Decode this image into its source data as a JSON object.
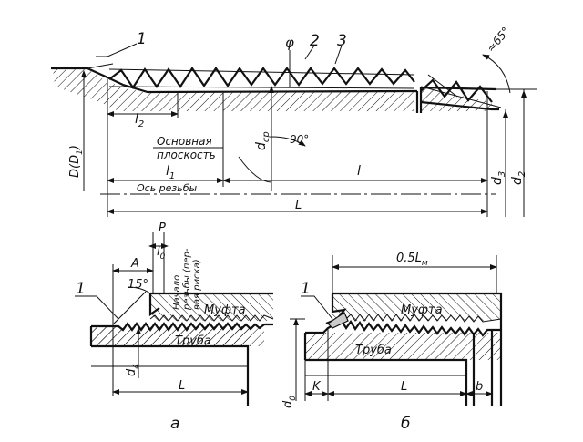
{
  "top": {
    "callouts": {
      "one": "1",
      "two": "2",
      "three": "3"
    },
    "phi": "φ",
    "angle65": "≈65°",
    "angle90": "90°",
    "l2": "l",
    "l2_sub": "2",
    "l1": "l",
    "l1_sub": "1",
    "l": "l",
    "L": "L",
    "dcp": "d",
    "dcp_sub": "ср",
    "d3": "d",
    "d3_sub": "3",
    "d2": "d",
    "d2_sub": "2",
    "D_label": "D(D",
    "D_sub": "1",
    "D_close": ")",
    "basic_plane_1": "Основная",
    "basic_plane_2": "плоскость",
    "thread_axis": "Ось резьбы"
  },
  "left_detail": {
    "callout": "1",
    "P": "P",
    "l0": "l",
    "l0_sub": "0",
    "A": "A",
    "angle15": "15°",
    "start_note_1": "Начало",
    "start_note_2": "резьбы (пер-",
    "start_note_3": "вая риска)",
    "coupling": "Муфта",
    "pipe": "Труба",
    "d4": "d",
    "d4_sub": "4",
    "L": "L",
    "caption": "а"
  },
  "right_detail": {
    "callout": "1",
    "half_Lm": "0,5L",
    "half_Lm_sub": "м",
    "coupling": "Муфта",
    "pipe": "Труба",
    "d0": "d",
    "d0_sub": "0",
    "K": "K",
    "L": "L",
    "b": "b",
    "caption": "б"
  }
}
